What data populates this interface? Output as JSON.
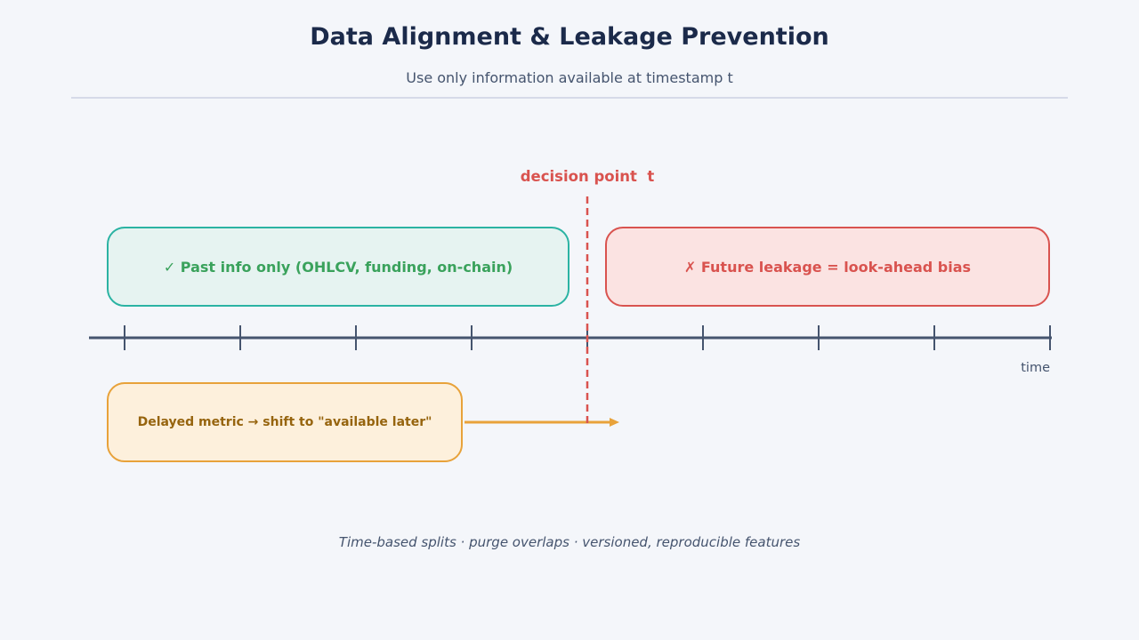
{
  "header": {
    "title": "Data Alignment & Leakage Prevention",
    "subtitle": "Use only information available at timestamp t"
  },
  "decision_point": {
    "label": "decision point  t"
  },
  "boxes": {
    "past": "✓ Past info only (OHLCV, funding, on-chain)",
    "future": "✗ Future leakage = look-ahead bias",
    "delayed": "Delayed metric → shift to \"available later\""
  },
  "axis": {
    "label": "time"
  },
  "footer": {
    "text": "Time-based splits · purge overlaps · versioned, reproducible features"
  },
  "colors": {
    "title": "#1b2a4a",
    "axis": "#45546e",
    "decision": "#d9534f",
    "past_border": "#2bb3a3",
    "past_text": "#3aa25c",
    "future_border": "#d9534f",
    "delayed_border": "#e8a23a",
    "delayed_text": "#96640e"
  }
}
